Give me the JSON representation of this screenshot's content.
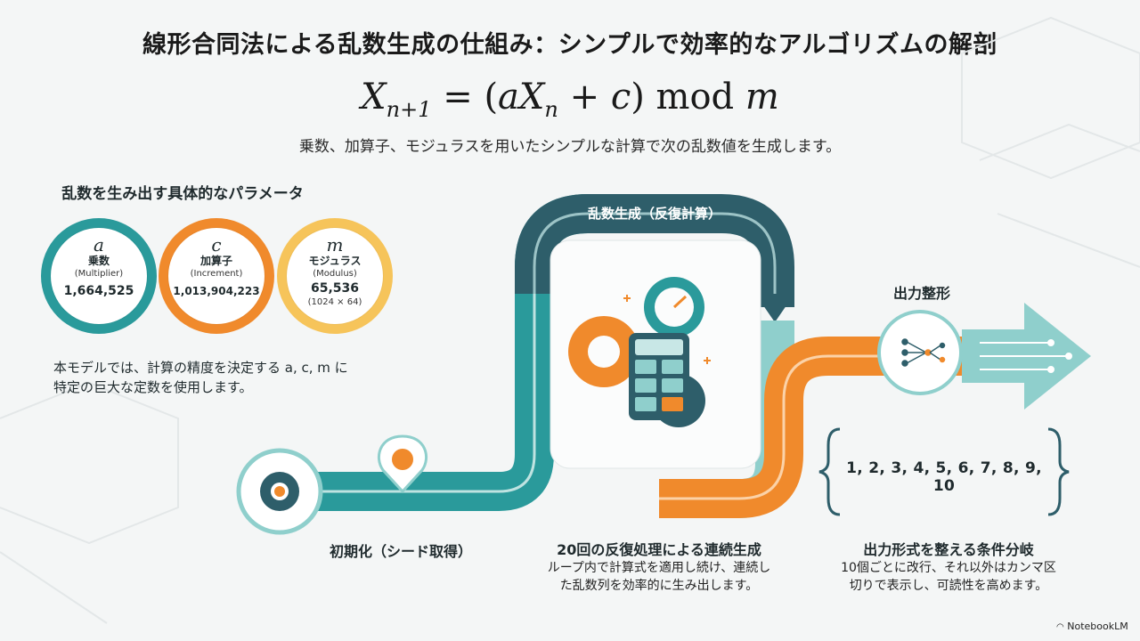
{
  "title": "線形合同法による乱数生成の仕組み：シンプルで効率的なアルゴリズムの解剖",
  "formula": {
    "lhs_var": "X",
    "lhs_sub": "n+1",
    "equals": "=",
    "open": "(",
    "a": "a",
    "x": "X",
    "x_sub": "n",
    "plus": "+",
    "c": "c",
    "close": ")",
    "mod": "mod",
    "m": "m"
  },
  "subtitle": "乗数、加算子、モジュラスを用いたシンプルな計算で次の乱数値を生成します。",
  "params": {
    "heading": "乱数を生み出す具体的なパラメータ",
    "items": [
      {
        "var": "a",
        "name": "乗数",
        "en": "(Multiplier)",
        "value": "1,664,525",
        "note": "",
        "color": "#2a9a9b"
      },
      {
        "var": "c",
        "name": "加算子",
        "en": "(Increment)",
        "value": "1,013,904,223",
        "note": "",
        "color": "#f08a2c"
      },
      {
        "var": "m",
        "name": "モジュラス",
        "en": "(Modulus)",
        "value": "65,536",
        "note": "(1024 × 64)",
        "color": "#f6c45a"
      }
    ],
    "note_line1": "本モデルでは、計算の精度を決定する a, c, m に",
    "note_line2": "特定の巨大な定数を使用します。"
  },
  "loop_label": "乱数生成（反復計算）",
  "output_label": "出力整形",
  "sequence": "1, 2, 3, 4, 5, 6, 7, 8, 9, 10",
  "init_label": "初期化（シード取得）",
  "iter": {
    "heading": "20回の反復処理による連続生成",
    "desc1": "ループ内で計算式を適用し続け、連続し",
    "desc2": "た乱数列を効率的に生み出します。"
  },
  "format": {
    "heading": "出力形式を整える条件分岐",
    "desc1": "10個ごとに改行、それ以外はカンマ区",
    "desc2": "切りで表示し、可読性を高めます。"
  },
  "brand": "NotebookLM",
  "colors": {
    "teal": "#2a9a9b",
    "dark_teal": "#2e5e6a",
    "orange": "#f08a2c",
    "yellow": "#f6c45a",
    "light_teal": "#8fcfcc"
  }
}
